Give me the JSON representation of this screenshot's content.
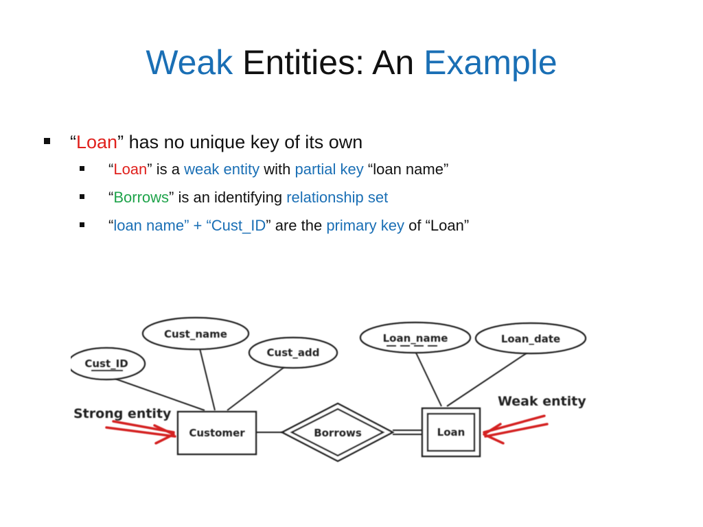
{
  "title": {
    "part1": "Weak",
    "part2": " Entities: An ",
    "part3": "Example"
  },
  "bullet1": {
    "q1": "“",
    "loan": "Loan",
    "rest": "” has no unique key of its own"
  },
  "sub1": {
    "q1": "“",
    "loan": "Loan",
    "t1": "” is a ",
    "weak": "weak entity",
    "t2": " with ",
    "partial": "partial key",
    "t3": " “loan  name”"
  },
  "sub2": {
    "q1": "“",
    "borrows": "Borrows",
    "t1": "” is an identifying ",
    "rel": "relationship set"
  },
  "sub3": {
    "q1": "“",
    "keys": "loan  name” + “Cust_ID",
    "t1": "” are the ",
    "pk": "primary key",
    "t2": " of “Loan”"
  },
  "diagram": {
    "cust_id": "Cust_ID",
    "cust_name": "Cust_name",
    "cust_add": "Cust_add",
    "customer": "Customer",
    "borrows": "Borrows",
    "loan": "Loan",
    "loan_name": "Loan_name",
    "loan_date": "Loan_date",
    "strong_label": "Strong entity",
    "weak_label": "Weak entity",
    "arrow_color": "#d42424"
  }
}
